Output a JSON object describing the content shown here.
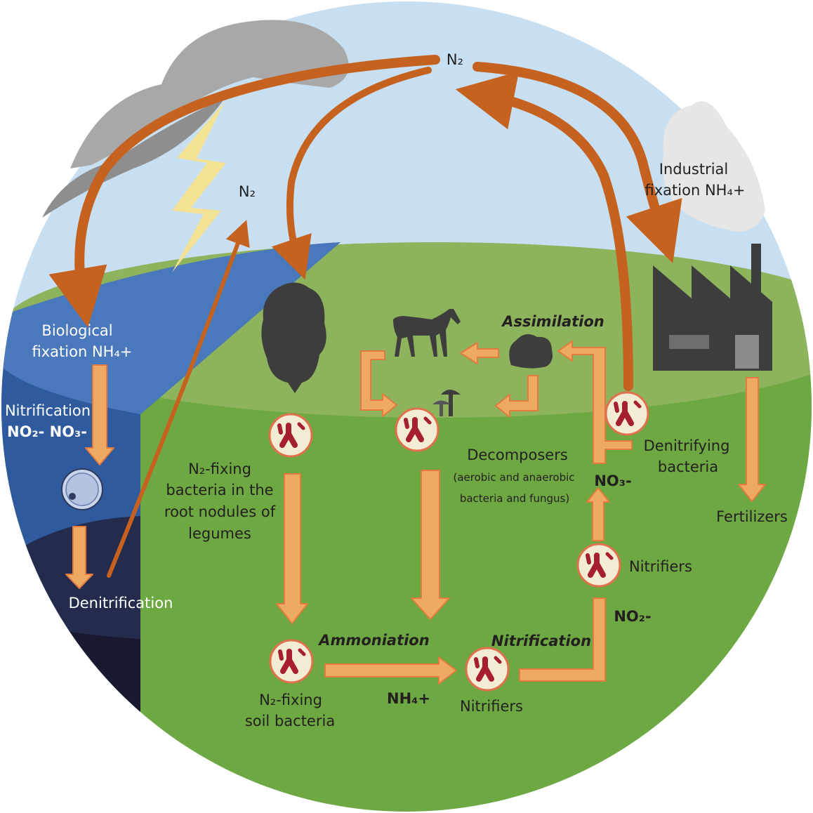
{
  "labels": {
    "n2_top": "N₂",
    "n2_mid": "N₂",
    "industrial_line1": "Industrial",
    "industrial_line2": "fixation NH₄+",
    "biological_line1": "Biological",
    "biological_line2": "fixation NH₄+",
    "nitrification_left": "Nitrification",
    "no2_no3_left": "NO₂- NO₃-",
    "denitrification": "Denitrification",
    "assimilation": "Assimilation",
    "decomposers": "Decomposers",
    "decomposers_sub1": "(aerobic and anaerobic",
    "decomposers_sub2": "bacteria and fungus)",
    "denitrifying_line1": "Denitrifying",
    "denitrifying_line2": "bacteria",
    "no3": "NO₃-",
    "fertilizers": "Fertilizers",
    "nitrifiers_right": "Nitrifiers",
    "no2": "NO₂-",
    "n2_fixing_root_1": "N₂-fixing",
    "n2_fixing_root_2": "bacteria in the",
    "n2_fixing_root_3": "root nodules of",
    "n2_fixing_root_4": "legumes",
    "ammoniation": "Ammoniation",
    "nitrification_bottom": "Nitrification",
    "nh4": "NH₄+",
    "soil_bacteria_1": "N₂-fixing",
    "soil_bacteria_2": "soil bacteria",
    "nitrifiers_bottom": "Nitrifiers"
  },
  "colors": {
    "sky": "#c7dff0",
    "grass_light": "#8db35c",
    "grass": "#6ea843",
    "water": "#4a78bd",
    "water_dark": "#2f5a9e",
    "deep_water": "#242b4d",
    "arrow_orange": "#c5621f",
    "arrow_peach": "#eeaa63",
    "arrow_peach_stroke": "#e47a3e",
    "bacteria_fill": "#f3ecd5",
    "bacteria_stroke": "#e0714d",
    "bacteria_red": "#a51f2e",
    "silhouette": "#3d3d3d",
    "lightning": "#f3e293"
  },
  "icons": [
    "cloud-icon",
    "lightning-icon",
    "factory-icon",
    "tree-icon",
    "horse-icon",
    "grass-tuft-icon",
    "mushroom-icon",
    "bacteria-icon",
    "algae-cell-icon"
  ]
}
